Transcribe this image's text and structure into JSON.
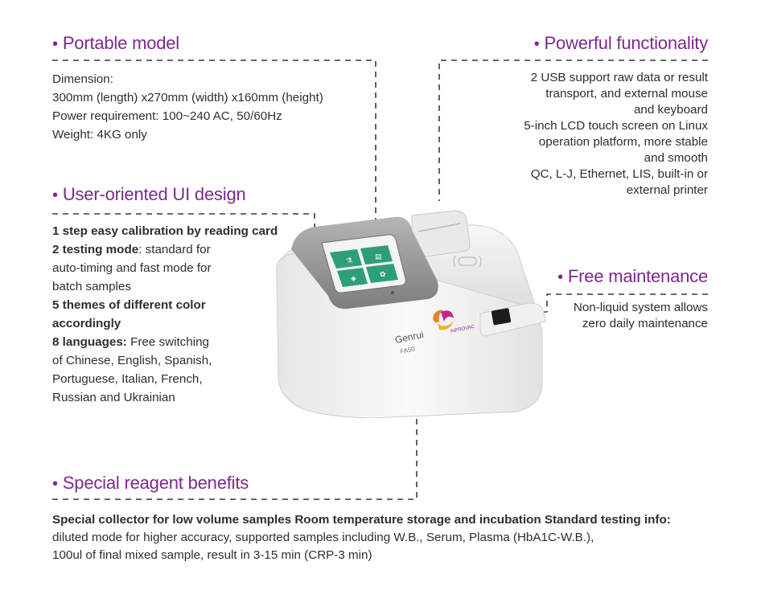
{
  "sections": {
    "portable": {
      "title": "Portable model",
      "lines": [
        "Dimension:",
        "300mm (length) x270mm (width) x160mm (height)",
        "Power requirement: 100~240 AC, 50/60Hz",
        "Weight: 4KG only"
      ]
    },
    "functionality": {
      "title": "Powerful functionality",
      "lines": [
        "2 USB support raw data or result",
        "transport, and external mouse",
        "and keyboard",
        "5-inch LCD touch screen on Linux",
        "operation platform, more stable",
        "and smooth",
        "QC, L-J, Ethernet, LIS, built-in or",
        "external printer"
      ]
    },
    "ui_design": {
      "title": "User-oriented UI design",
      "item1_bold": "1 step easy calibration by reading card",
      "item2_bold": "2 testing mode",
      "item2_rest": ": standard for",
      "item2_line2": "auto-timing and fast mode for",
      "item2_line3": "batch samples",
      "item3_bold_line1": "5 themes of different color",
      "item3_bold_line2": "accordingly",
      "item4_bold": "8 languages:",
      "item4_rest": " Free switching",
      "item4_line2": "of Chinese, English, Spanish,",
      "item4_line3": "Portuguese, Italian, French,",
      "item4_line4": "Russian and Ukrainian"
    },
    "maintenance": {
      "title": "Free maintenance",
      "lines": [
        "Non-liquid system allows",
        "zero daily maintenance"
      ]
    },
    "reagent": {
      "title": "Special reagent benefits",
      "line1_bold": "Special collector for low volume samples Room temperature storage and incubation Standard testing info:",
      "line2": "diluted mode for higher accuracy, supported samples including W.B., Serum, Plasma (HbA1C-W.B.),",
      "line3": "100ul of final mixed sample, result in 3-15 min (CRP-3 min)"
    }
  },
  "device": {
    "brand": "Genrui",
    "model": "FA50",
    "logo_text": "INPROVAC"
  },
  "colors": {
    "heading": "#7b2a8c",
    "text": "#2e2e2e",
    "dash": "#3a3a3a",
    "device_body": "#eeeeee",
    "screen_frame": "#8f8f8f",
    "screen_tile": "#2e9e7a"
  }
}
